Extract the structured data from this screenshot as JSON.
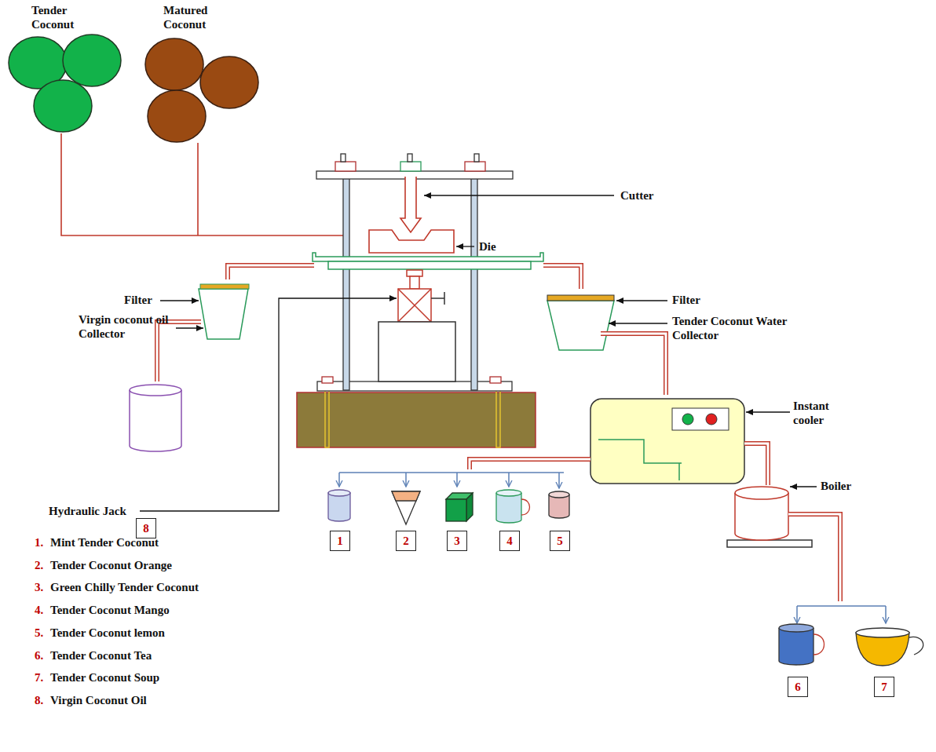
{
  "diagram": {
    "nodes": [
      {
        "text": [
          "8"
        ]
      },
      {
        "text": [
          "1"
        ]
      },
      {
        "text": [
          "2"
        ]
      },
      {
        "text": [
          "3"
        ]
      },
      {
        "text": [
          "4"
        ]
      },
      {
        "text": [
          "5"
        ]
      },
      {
        "text": [
          "6"
        ]
      },
      {
        "text": [
          "7"
        ]
      }
    ],
    "labels": [
      "Tender Coconut",
      "Matured Coconut",
      "Cutter",
      "Die",
      "Filter",
      "Virgin coconut oil Collector",
      "Filter",
      "Tender Coconut Water Collector",
      "Instant cooler",
      "Boiler",
      "Hydraulic Jack",
      "1.",
      "Mint Tender Coconut",
      "2.",
      "Tender Coconut Orange",
      "3.",
      "Green Chilly Tender Coconut",
      "4.",
      "Tender Coconut Mango",
      "5.",
      "Tender Coconut lemon",
      "6.",
      "Tender Coconut Tea",
      "7.",
      "Tender Coconut Soup",
      "8.",
      "Virgin Coconut Oil"
    ]
  }
}
